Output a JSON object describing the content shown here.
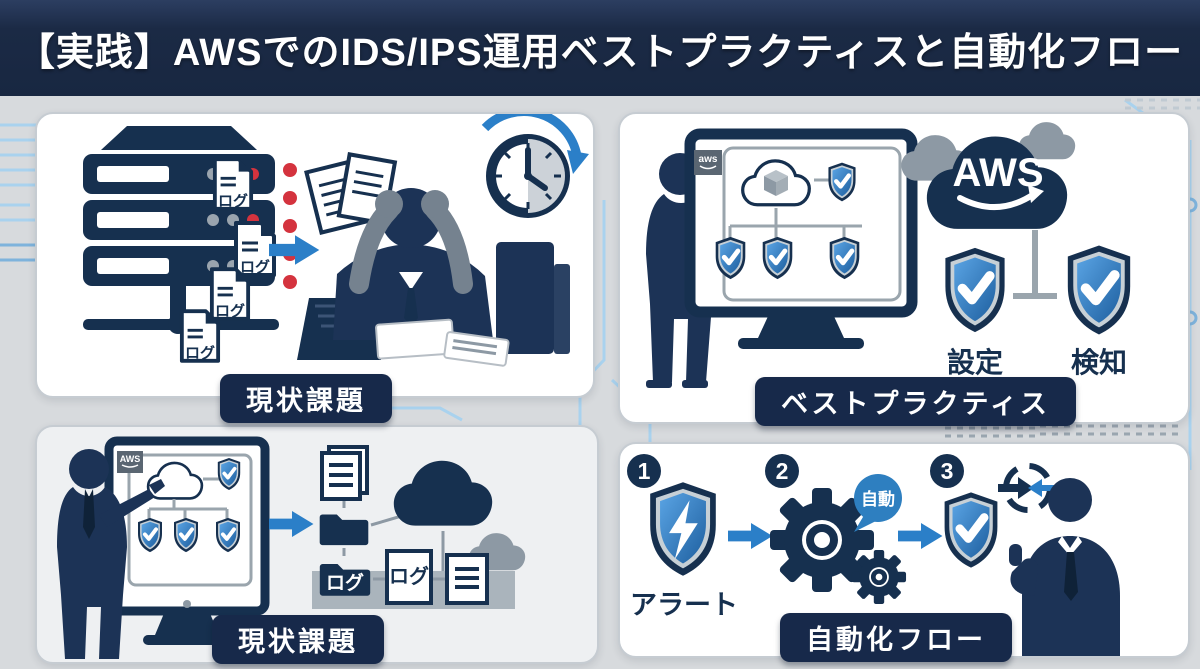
{
  "header": {
    "title": "【実践】AWSでのIDS/IPS運用ベストプラクティスと自動化フロー"
  },
  "panels": {
    "problem_top": {
      "label": "現状課題",
      "log_labels": [
        "ログ",
        "ログ",
        "ログ",
        "ログ"
      ]
    },
    "best_practice": {
      "label": "ベストプラクティス",
      "monitor_badge": "aws",
      "cloud_text": "AWS",
      "shield_labels": [
        "設定",
        "検知"
      ]
    },
    "problem_bottom": {
      "label": "現状課題",
      "monitor_badge": "AWS",
      "folder_log": "ログ",
      "doc_log": "ログ"
    },
    "automation": {
      "label": "自動化フロー",
      "steps": [
        "1",
        "2",
        "3"
      ],
      "alert_label": "アラート",
      "bubble_label": "自動"
    }
  },
  "colors": {
    "header_bg": "#1b2a45",
    "badge_bg": "#17294a",
    "illustration_navy": "#16304f",
    "accent_blue": "#2b7fc8",
    "bubble_blue": "#2e7fc0",
    "alert_red": "#d4333e",
    "neutral_gray": "#8d99a4",
    "silver": "#c7d0d6",
    "circuit_light_blue": "#a9d2ee",
    "background_gray": "#d7dadd",
    "panel_white": "#ffffff",
    "panel_gray": "#eef0f2"
  }
}
